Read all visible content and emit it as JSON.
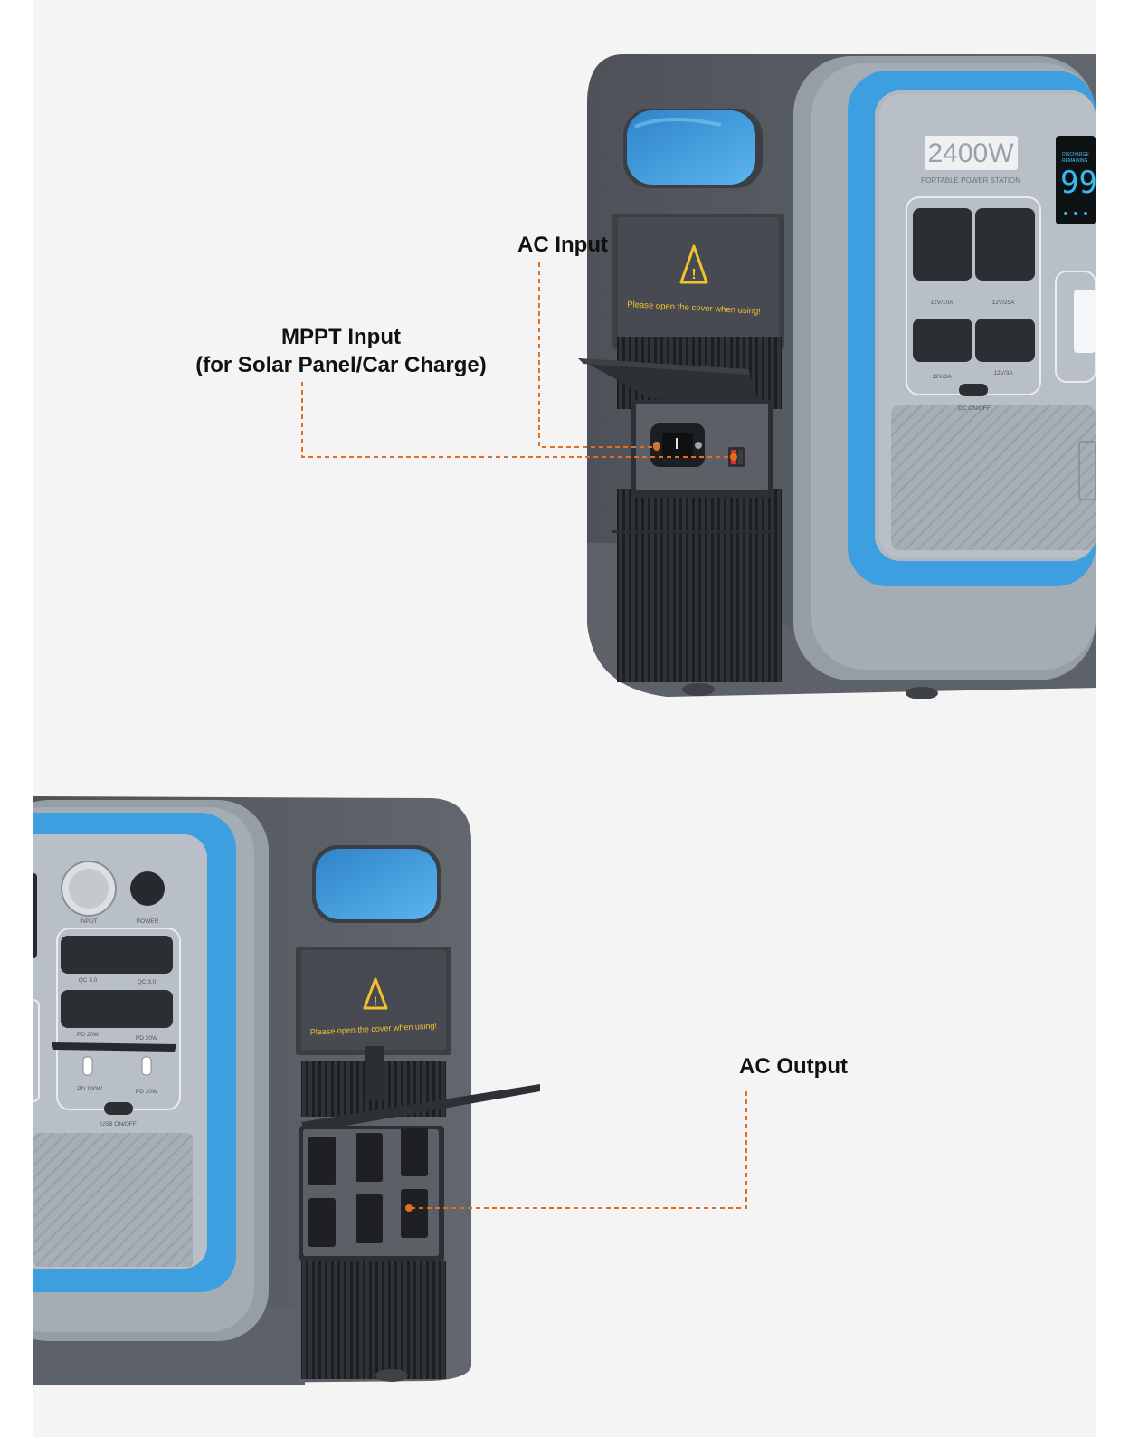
{
  "callouts": {
    "ac_input": "AC Input",
    "mppt_line1": "MPPT Input",
    "mppt_line2": "(for Solar Panel/Car Charge)",
    "ac_output": "AC Output"
  },
  "top_unit": {
    "wattage": "2400W",
    "subtitle": "PORTABLE POWER STATION",
    "display_line1": "DISCHARGE",
    "display_line2": "REMAINING",
    "display_digits": "99",
    "cover_warning": "Please open the cover when using!",
    "port_12v10a": "12V/10A",
    "port_12v25a": "12V/25A",
    "port_12v3a_left": "12V/3A",
    "port_12v3a_right": "12V/3A",
    "dc_switch": "DC ON/OFF"
  },
  "bottom_unit": {
    "cover_warning": "Please open the cover when using!",
    "input_label": "INPUT",
    "power_label": "POWER",
    "qc_left": "QC 3.0",
    "qc_right": "QC 3.0",
    "pd_top_left": "PD 20W",
    "pd_top_right": "PD 20W",
    "pd_bottom_left": "PD 100W",
    "pd_bottom_right": "PD 20W",
    "usb_switch": "USB ON/OFF"
  },
  "colors": {
    "background": "#f4f4f4",
    "accent_blue": "#3d9ee0",
    "dashed_line": "#e0701f",
    "body_dark": "#55595f",
    "body_light": "#a5adb5"
  }
}
